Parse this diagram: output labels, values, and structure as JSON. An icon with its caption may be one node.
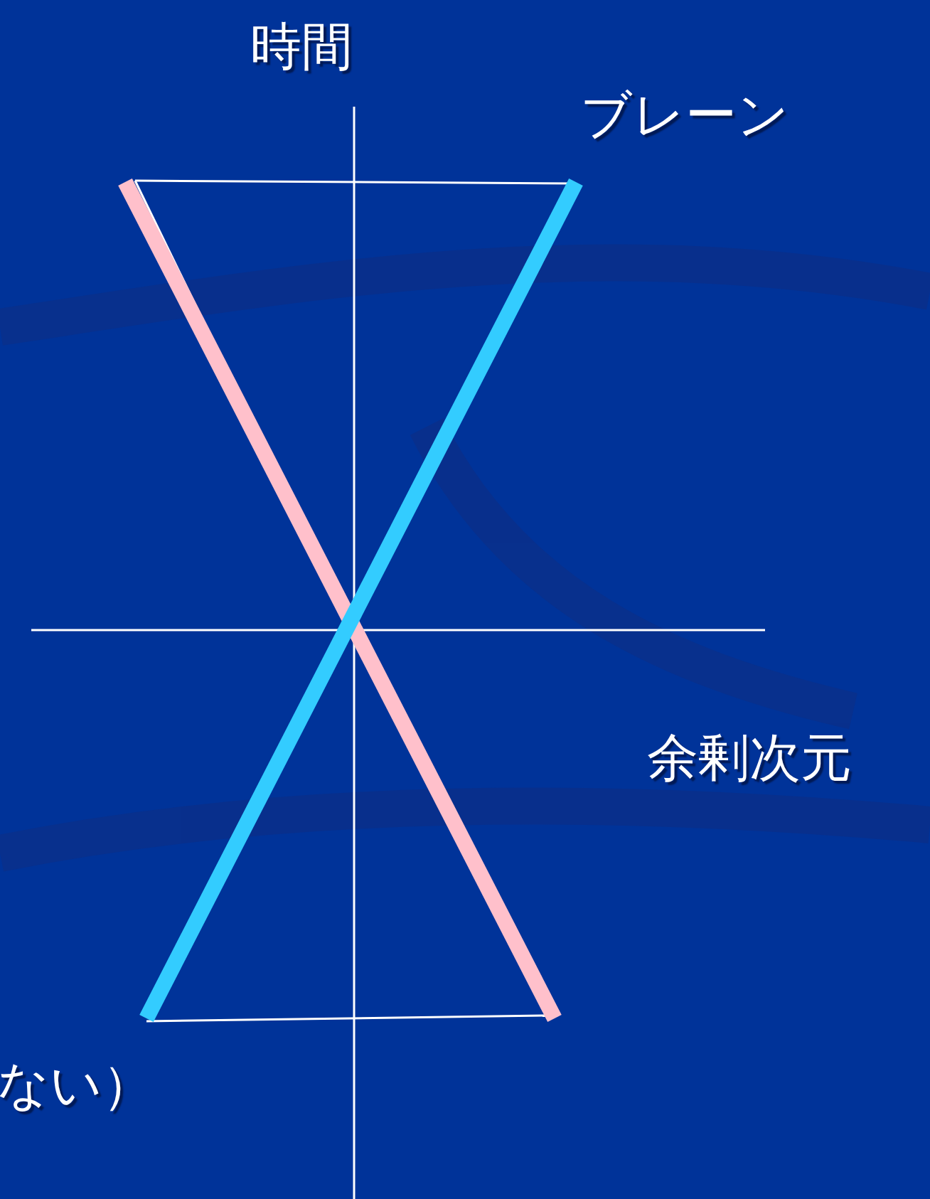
{
  "diagram": {
    "labels": [
      "時間",
      "ブレーン",
      "余剰次元",
      "ない）"
    ]
  }
}
